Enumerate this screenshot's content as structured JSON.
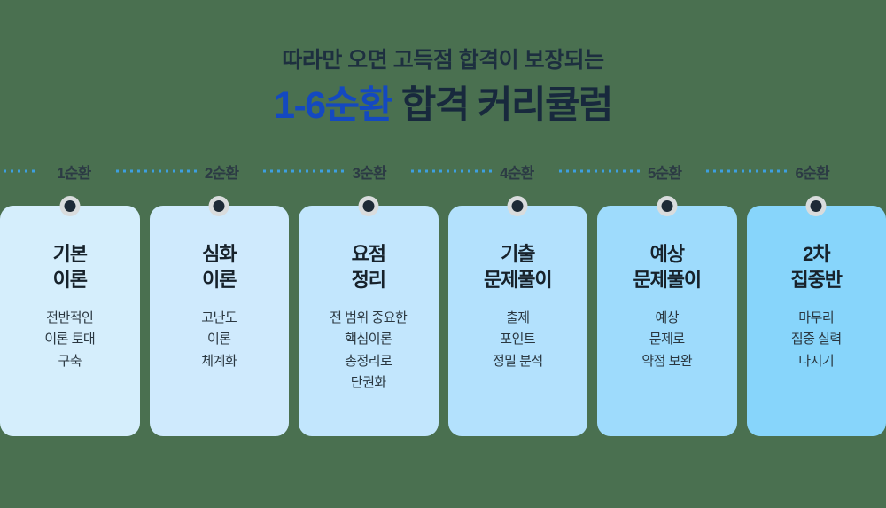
{
  "background_color": "#4a7050",
  "heading": {
    "subtitle": "따라만 오면 고득점 합격이 보장되는",
    "title_accent": "1-6순환",
    "title_rest": " 합격 커리큘럼",
    "accent_color": "#1449c0",
    "title_color": "#18293d"
  },
  "connector": {
    "color": "#3d9fe0",
    "style": "dotted"
  },
  "steps": [
    {
      "step_label": "1순환",
      "card_title": "기본\n이론",
      "card_desc": "전반적인\n이론 토대\n구축",
      "card_color": "#d5eefc"
    },
    {
      "step_label": "2순환",
      "card_title": "심화\n이론",
      "card_desc": "고난도\n이론\n체계화",
      "card_color": "#cfeafd"
    },
    {
      "step_label": "3순환",
      "card_title": "요점\n정리",
      "card_desc": "전 범위 중요한\n핵심이론\n총정리로\n단권화",
      "card_color": "#c2e6fd"
    },
    {
      "step_label": "4순환",
      "card_title": "기출\n문제풀이",
      "card_desc": "출제\n포인트\n정밀 분석",
      "card_color": "#b3e1fd"
    },
    {
      "step_label": "5순환",
      "card_title": "예상\n문제풀이",
      "card_desc": "예상\n문제로\n약점 보완",
      "card_color": "#9edbfc"
    },
    {
      "step_label": "6순환",
      "card_title": "2차\n집중반",
      "card_desc": "마무리\n집중 실력\n다지기",
      "card_color": "#87d5fb"
    }
  ]
}
